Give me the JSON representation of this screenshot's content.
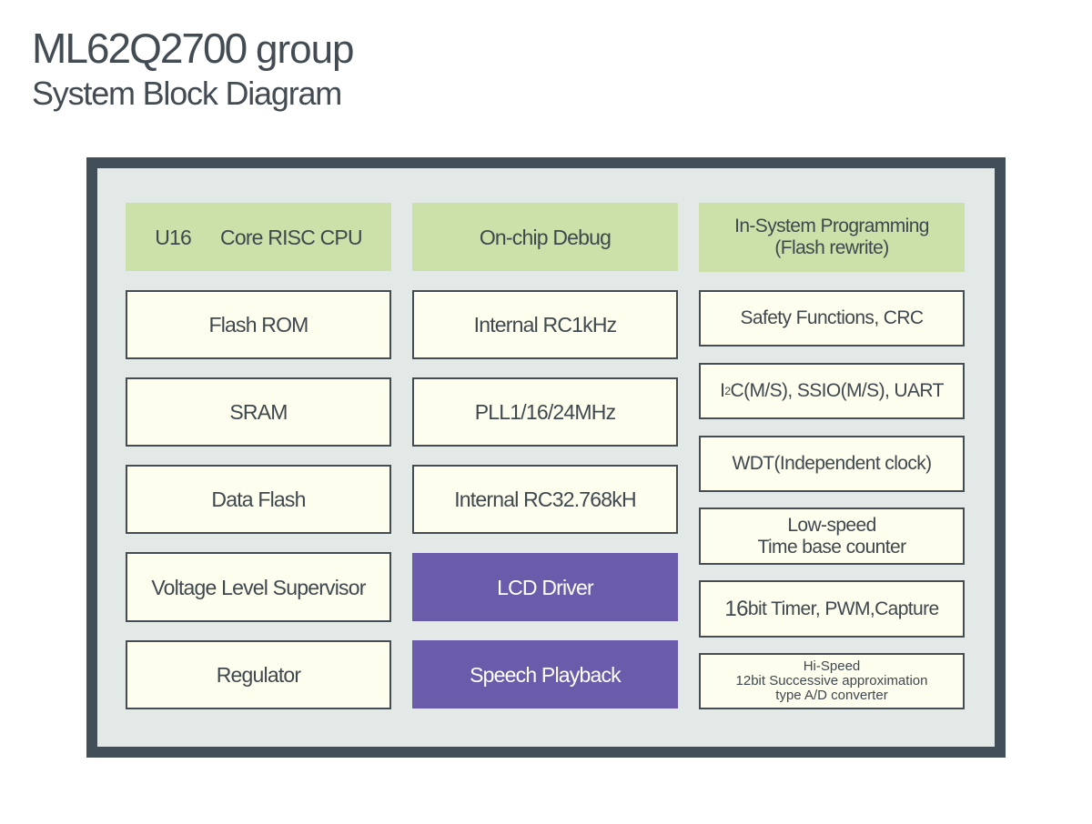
{
  "header": {
    "title_main": "ML62Q2700",
    "title_suffix": "group",
    "subtitle": "System Block Diagram"
  },
  "colors": {
    "border": "#434f58",
    "chip_background": "#e2e9e7",
    "core_block": "#cbe1a9",
    "peripheral_block": "#fdfeee",
    "feature_block": "#6a5cab"
  },
  "column1": {
    "cpu_part1": "U16",
    "cpu_part2": "Core RISC CPU",
    "blocks": [
      "Flash ROM",
      "SRAM",
      "Data Flash",
      "Voltage Level Supervisor",
      "Regulator"
    ]
  },
  "column2": {
    "debug": "On-chip Debug",
    "blocks": [
      "Internal RC1kHz",
      "PLL1/16/24MHz",
      "Internal RC32.768kH"
    ],
    "features": [
      "LCD Driver",
      "Speech Playback"
    ]
  },
  "column3": {
    "isp_line1": "In-System Programming",
    "isp_line2": "(Flash rewrite)",
    "safety": "Safety Functions, CRC",
    "comm_i": "I",
    "comm_sup": "2",
    "comm_rest": "C(M/S), SSIO(M/S), UART",
    "wdt": "WDT(Independent clock)",
    "tbc_line1": "Low-speed",
    "tbc_line2": "Time base counter",
    "timer_num": "16",
    "timer_rest": "bit Timer, PWM,Capture",
    "adc_line1": "Hi-Speed",
    "adc_line2": "12bit Successive approximation",
    "adc_line3": "type A/D converter"
  }
}
